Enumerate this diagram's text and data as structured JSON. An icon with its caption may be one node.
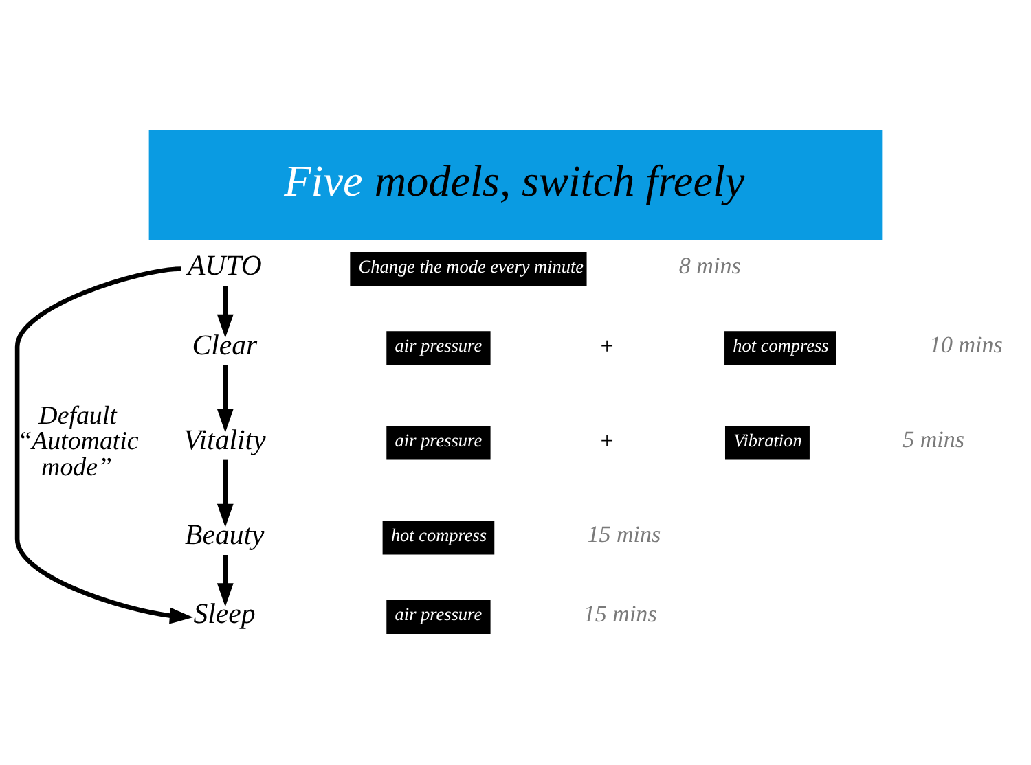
{
  "diagram": {
    "title": "Five models, switch freely",
    "nodes": [
      {
        "text": [
          "AUTO"
        ]
      },
      {
        "text": [
          "Change the mode every minute"
        ]
      },
      {
        "text": [
          "Clear"
        ]
      },
      {
        "text": [
          "air pressure"
        ]
      },
      {
        "text": [
          "hot compress"
        ]
      },
      {
        "text": [
          "Vitality"
        ]
      },
      {
        "text": [
          "air pressure"
        ]
      },
      {
        "text": [
          "Vibration"
        ]
      },
      {
        "text": [
          "Beauty"
        ]
      },
      {
        "text": [
          "hot compress"
        ]
      },
      {
        "text": [
          "Sleep"
        ]
      },
      {
        "text": [
          "air pressure"
        ]
      }
    ],
    "edges": [
      {
        "from": 0,
        "to": 2,
        "arrow": "to"
      },
      {
        "from": 2,
        "to": 5,
        "arrow": "to"
      },
      {
        "from": 5,
        "to": 8,
        "arrow": "to"
      },
      {
        "from": 8,
        "to": 10,
        "arrow": "to"
      },
      {
        "from": 0,
        "to": 10,
        "arrow": "to",
        "label": "Default “Automatic mode”"
      }
    ],
    "labels": [
      "8 mins",
      "+",
      "10 mins",
      "+",
      "5 mins",
      "15 mins",
      "15 mins"
    ]
  }
}
